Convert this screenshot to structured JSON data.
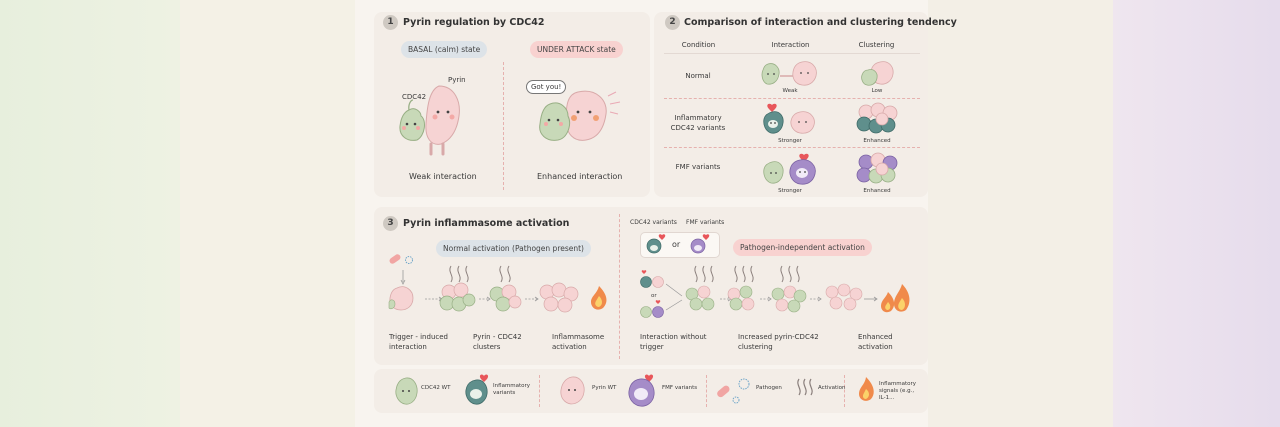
{
  "section1": {
    "number": "1",
    "title": "Pyrin regulation by CDC42",
    "basal_state": "BASAL (calm) state",
    "attack_state": "UNDER ATTACK state",
    "label_pyrin": "Pyrin",
    "label_cdc42": "CDC42",
    "speech": "Got you!",
    "caption_weak": "Weak interaction",
    "caption_enhanced": "Enhanced interaction"
  },
  "section2": {
    "number": "2",
    "title": "Comparison of interaction and clustering tendency",
    "columns": [
      "Condition",
      "Interaction",
      "Clustering"
    ],
    "rows": [
      {
        "condition": "Normal",
        "interaction": "Weak",
        "clustering": "Low"
      },
      {
        "condition": "Inflammatory CDC42 variants",
        "interaction": "Stronger",
        "clustering": "Enhanced"
      },
      {
        "condition": "FMF variants",
        "interaction": "Stronger",
        "clustering": "Enhanced"
      }
    ]
  },
  "section3": {
    "number": "3",
    "title": "Pyrin inflammasome activation",
    "normal_pill": "Normal activation (Pathogen present)",
    "variants_label_cdc42": "CDC42 variants",
    "variants_label_fmf": "FMF variants",
    "or_label": "or",
    "or_small": "or",
    "pathogen_pill": "Pathogen-independent activation",
    "steps_left": [
      "Trigger - induced interaction",
      "Pyrin - CDC42 clusters",
      "Inflammasome activation"
    ],
    "steps_right": [
      "Interaction without trigger",
      "Increased pyrin-CDC42 clustering",
      "Enhanced activation"
    ]
  },
  "legend": {
    "items": [
      "CDC42 WT",
      "Inflammatory variants",
      "Pyrin WT",
      "FMF variants",
      "Pathogen",
      "Activation",
      "Inflammatory signals (e.g., IL-1..."
    ]
  },
  "colors": {
    "cdc42_green": "#c8d9b8",
    "pyrin_pink": "#f6d3d3",
    "variant_teal": "#5f8f8c",
    "fmf_purple": "#a58cc8",
    "accent_pink_pill": "#f8d2d0",
    "blue_pill": "#dde3e8",
    "fire": "#f08a4b"
  }
}
